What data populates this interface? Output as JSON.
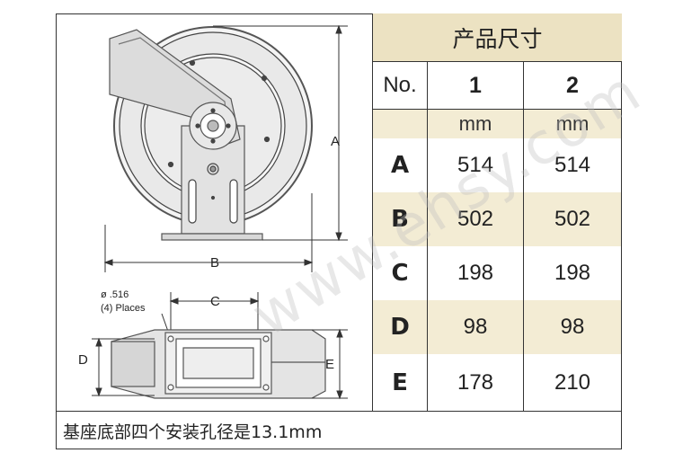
{
  "table": {
    "title": "产品尺寸",
    "no_label": "No.",
    "columns": [
      "1",
      "2"
    ],
    "units": [
      "mm",
      "mm"
    ],
    "rows": [
      {
        "label": "A",
        "v1": "514",
        "v2": "514"
      },
      {
        "label": "B",
        "v1": "502",
        "v2": "502"
      },
      {
        "label": "C",
        "v1": "198",
        "v2": "198"
      },
      {
        "label": "D",
        "v1": "98",
        "v2": "98"
      },
      {
        "label": "E",
        "v1": "178",
        "v2": "210"
      }
    ]
  },
  "drawing": {
    "dim_a": "A",
    "dim_b": "B",
    "dim_c": "C",
    "dim_d": "D",
    "dim_e": "E",
    "hole_dia": "ø .516",
    "hole_places": "(4) Places"
  },
  "footer": {
    "note": "基座底部四个安装孔径是13.1mm"
  },
  "watermark": "www.ehsy.com",
  "colors": {
    "header_tan": "#ece2c2",
    "row_tan": "#f3ecd4",
    "border": "#333333"
  }
}
